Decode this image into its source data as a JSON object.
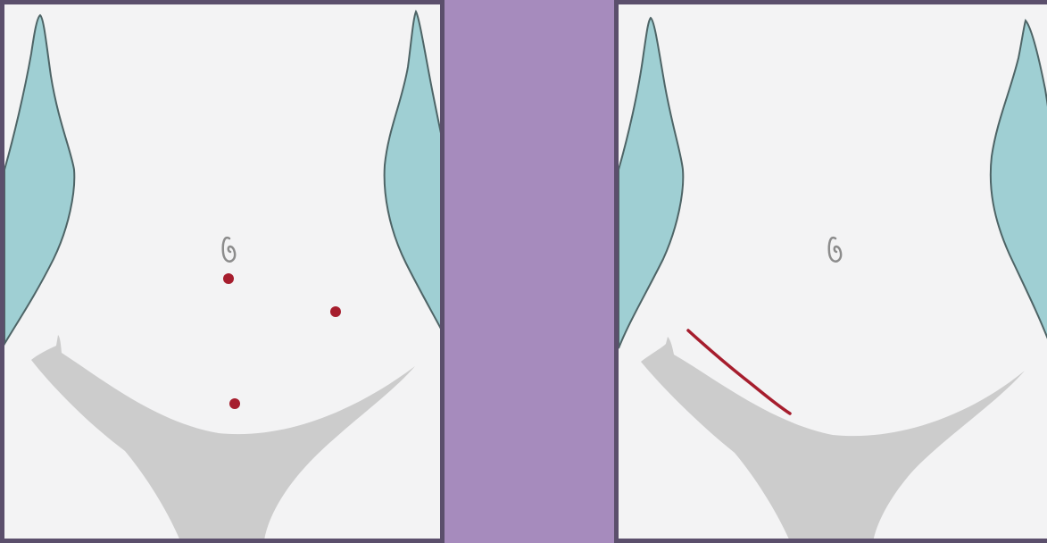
{
  "colors": {
    "background": "#a68bbd",
    "panel": "#f3f3f4",
    "border": "#5b4f6c",
    "skin_outline": "#4e6466",
    "body_side": "#9fcfd3",
    "underwear": "#cccccc",
    "navel": "#8c8c8c",
    "incision": "#a61d2d"
  },
  "panels": [
    {
      "illustration": "abdomen",
      "markers": [
        "port-incision-dot",
        "port-incision-dot",
        "port-incision-dot"
      ]
    },
    {
      "illustration": "abdomen",
      "markers": [
        "open-incision-line"
      ]
    }
  ]
}
